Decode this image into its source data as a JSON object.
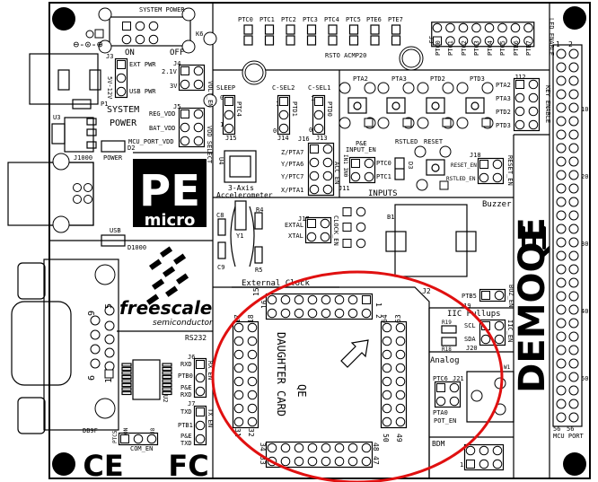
{
  "board": {
    "title": "DEMOQE",
    "highlight_color": "#e01010"
  },
  "logos": {
    "pe_logo": "PE micro",
    "freescale": "freescale",
    "freescale_sub": "semiconductor",
    "freescale_tm": "TM",
    "ce_mark": "CE",
    "fcc_mark": "FC"
  },
  "labels": {
    "system_power_title": "SYSTEM POWER",
    "on": "ON",
    "off": "OFF",
    "k6": "K6",
    "j3a": "J3",
    "ext_pwr": "EXT PWR",
    "usb_pwr": "USB PWR",
    "v5_12": "5V-12V",
    "j4": "J4",
    "v21": "2.1V",
    "v3": "3V",
    "volt_en": "VOLT_EN",
    "j5": "J5",
    "reg_vdd": "REG_VDD",
    "bat_vdd": "BAT_VDD",
    "mcu_port_vdd": "MCU_PORT_VDD",
    "vdd_select": "VDD SELECT",
    "system": "SYSTEM",
    "power_big": "POWER",
    "u3": "U3",
    "p1": "P1",
    "j1000": "J1000",
    "power_small": "POWER",
    "d2": "D2",
    "usb": "USB",
    "d1000": "D1000",
    "sleep": "SLEEP",
    "ptc4": "PTC4",
    "j15": "J15",
    "sleep_0": "0",
    "sleep_1": "1",
    "csel2": "C-SEL2",
    "csel1": "C-SEL1",
    "ptd1": "PTD1",
    "ptd0": "PTD0",
    "j14": "J14",
    "j13": "J13",
    "j16": "J16",
    "csel2_1": "1",
    "csel2_0": "0",
    "csel1_1": "1",
    "csel1_0": "0",
    "z_pta7": "Z/PTA7",
    "y_pta6": "Y/PTA6",
    "y_ptc7": "Y/PTC7",
    "x_pta1": "X/PTA1",
    "acc_en": "ACC_EN",
    "u4": "U4",
    "axis3": "3-Axis",
    "accelerometer": "Accelerometer",
    "ptc0": "PTC0",
    "ptc1": "PTC1",
    "ptc2": "PTC2",
    "ptc3": "PTC3",
    "ptc4_led": "PTC4",
    "ptc5": "PTC5",
    "pte6": "PTE6",
    "pte7": "PTE7",
    "rsto_acmp": "RSTO ACMP20",
    "j3b": "J3",
    "led_enable": "LED ENABLE",
    "j3_ptc0": "PTC0",
    "j3_ptc1": "PTC1",
    "j3_ptc2": "PTC2",
    "j3_ptc3": "PTC3",
    "j3_ptc4": "PTC4",
    "j3_ptc5": "PTC5",
    "j3_pte6": "PTE6",
    "j3_pte7": "PTE7",
    "btn_pta2": "PTA2",
    "btn_pta3": "PTA3",
    "btn_ptd2": "PTD2",
    "btn_ptd3": "PTD3",
    "j12": "J12",
    "j12_pta2": "PTA2",
    "j12_pta3": "PTA3",
    "j12_ptd2": "PTD2",
    "j12_ptd3": "PTD3",
    "key_enable": "KEY ENABLE",
    "pe": "P&E",
    "input_en": "INPUT_EN",
    "in1_in0": "IN1 IN0",
    "in_ptc0": "PTC0",
    "in_ptc1": "PTC1",
    "j11": "J11",
    "inputs": "INPUTS",
    "d3": "D3",
    "rstled": "RSTLED",
    "reset": "RESET",
    "j18": "J18",
    "reset_en": "RESET_EN",
    "rstled_en": "RSTLED_EN",
    "reset_en_rot": "RESET_EN",
    "buzzer": "Buzzer",
    "b1": "B1",
    "j17": "J17",
    "extal": "EXTAL",
    "xtal": "XTAL",
    "clock_en": "CLOCK_EN",
    "c8": "C8",
    "r4": "R4",
    "y1": "Y1",
    "c9": "C9",
    "r5": "R5",
    "external_clock": "External Clock",
    "rs232": "RS232",
    "db9_5": "5",
    "db9_9": "9",
    "db9_6": "6",
    "db9_1": "1",
    "db9f": "DB9F",
    "u2": "U2",
    "j6": "J6",
    "rxd": "RXD",
    "ptb0": "PTB0",
    "pe_rx": "P&E",
    "rxd2": "RXD",
    "rx_en": "RX_EN",
    "j7": "J7",
    "txd": "TXD",
    "ptb1": "PTB1",
    "pe_tx": "P&E",
    "txd2": "TXD",
    "tx_en": "TX_EN",
    "ptc5_com": "PTC5",
    "com_on": "ON",
    "j8": "J8",
    "com_en": "COM_EN",
    "j2": "J2",
    "p1_": "1",
    "p2_": "2",
    "p15": "15",
    "p16": "16",
    "p17": "17",
    "p18": "18",
    "p64": "64",
    "p63": "63",
    "p31": "31",
    "p32": "32",
    "p50": "50",
    "p49": "49",
    "p34": "34",
    "p33": "33",
    "p48": "48",
    "p47": "47",
    "qe": "QE",
    "daughter_card": "DAUGHTER CARD",
    "ptb5": "PTB5",
    "j19": "J19",
    "buz_en": "BUZ_EN",
    "iic_pullups": "IIC Pullups",
    "r19": "R19",
    "r18": "R18",
    "scl": "SCL",
    "sda": "SDA",
    "j20": "J20",
    "iic_en": "IIC_EN",
    "analog": "Analog",
    "w1": "W1",
    "ptc6": "PTC6",
    "j21": "J21",
    "pta0": "PTA0",
    "pot_en": "POT_EN",
    "bdm": "BDM",
    "bdm_1": "1",
    "mcu1": "1",
    "mcu2": "2",
    "mcu10": "10",
    "mcu20": "20",
    "mcu30": "30",
    "mcu40": "40",
    "mcu50": "50",
    "mcu56a": "56",
    "mcu56b": "56",
    "mcu_port": "MCU PORT"
  }
}
